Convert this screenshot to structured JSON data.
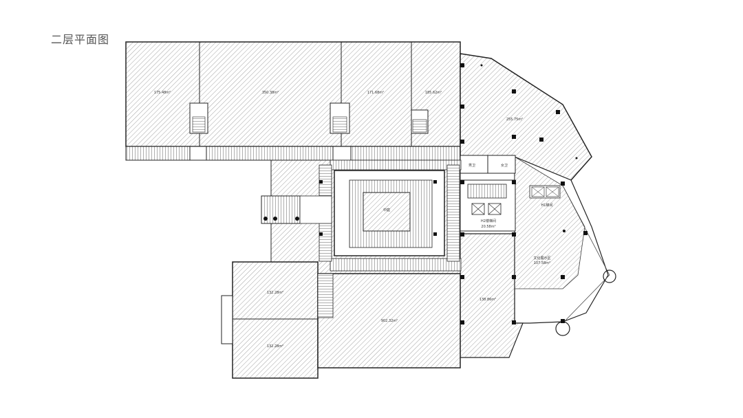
{
  "title": "二层平面图",
  "rooms": {
    "r1": "175.48m²",
    "r2": "350.38m²",
    "r3": "171.68m²",
    "r4": "185.62m²",
    "r5": "255.75m²",
    "toilet_m": "男卫",
    "toilet_f": "女卫",
    "lobby": "中庭",
    "stair_hall_label": "H2楼梯间",
    "stair_hall_area": "20.58m²",
    "elevator_hall": "H1梯间",
    "culture_label": "文化展示区",
    "culture_area": "107.58m²",
    "r6": "132.28m²",
    "r7": "902.32m²",
    "r8": "138.86m²",
    "r9": "132.28m²"
  },
  "colors": {
    "wall": "#222222",
    "hatch": "#9a9a9a",
    "fill": "#ffffff"
  }
}
